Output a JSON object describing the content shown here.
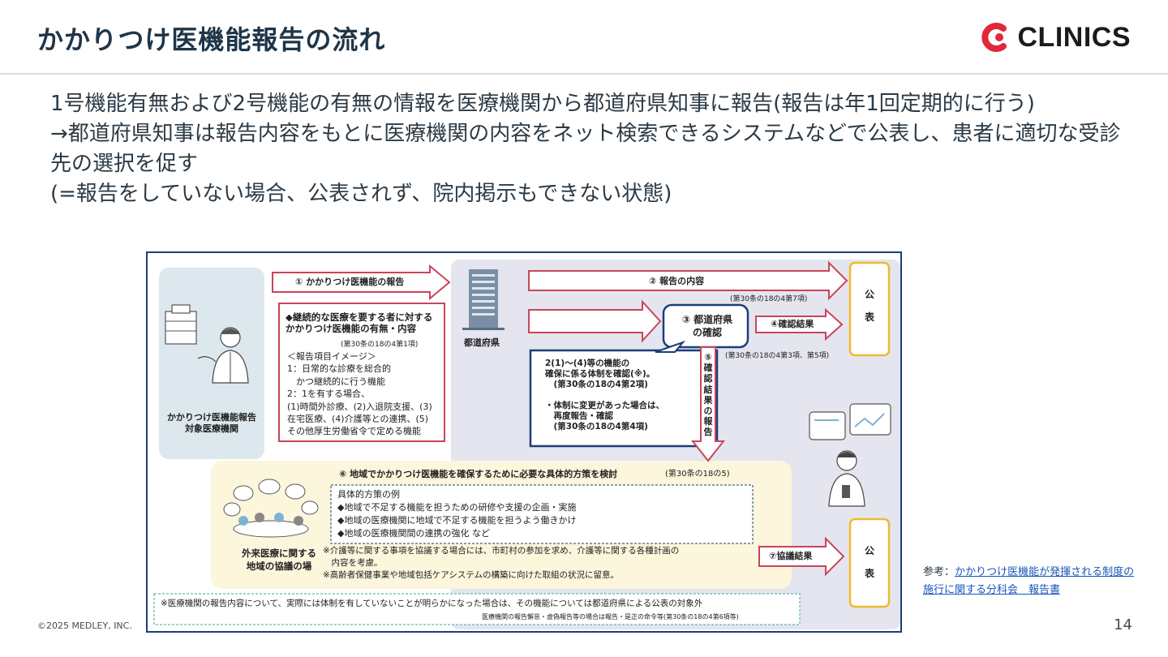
{
  "header": {
    "title": "かかりつけ医機能報告の流れ",
    "logo_text": "CLINICS",
    "logo_color": "#e0283a"
  },
  "body": {
    "lines": [
      "1号機能有無および2号機能の有無の情報を医療機関から都道府県知事に報告(報告は年1回定期的に行う)",
      "→都道府県知事は報告内容をもとに医療機関の内容をネット検索できるシステムなどで公表し、患者に適切な受診先の選択を促す",
      "(=報告をしていない場合、公表されず、院内掲示もできない状態)"
    ]
  },
  "figure": {
    "left_box_label": "かかりつけ医機能報告\n対象医療機関",
    "arrow1": "① かかりつけ医機能の報告",
    "report_box_title": "◆継続的な医療を要する者に対する\nかかりつけ医機能の有無・内容",
    "report_box_ref": "(第30条の18の4第1項)",
    "report_box_items": "＜報告項目イメージ＞\n1：日常的な診療を総合的\n　かつ継続的に行う機能\n2：1を有する場合、\n(1)時間外診療、(2)入退院支援、(3)\n在宅医療、(4)介護等との連携、(5)\nその他厚生労働省令で定める機能",
    "prefecture_label": "都道府県",
    "arrow2": "② 報告の内容",
    "arrow2_ref": "(第30条の18の4第7項)",
    "confirm_label": "③ 都道府県\nの確認",
    "arrow4": "④確認結果",
    "arrow4_ref": "(第30条の18の4第3項、第5項)",
    "publish_label_1": "公\n\n表",
    "confirm_box_text": "2(1)～(4)等の機能の\n確保に係る体制を確認(※)。\n　(第30条の18の4第2項)\n\n・体制に変更があった場合は、\n　再度報告・確認\n　(第30条の18の4第4項)",
    "vertical_label": "⑤\n確\n認\n結\n果\nの\n報\n告",
    "step6_title": "⑥ 地域でかかりつけ医機能を確保するために必要な具体的方策を検討",
    "step6_ref": "(第30条の18の5)",
    "measures": "具体的方策の例\n◆地域で不足する機能を担うための研修や支援の企画・実施\n◆地域の医療機関に地域で不足する機能を担うよう働きかけ\n◆地域の医療機関間の連携の強化 など",
    "council_label": "外来医療に関する\n地域の協議の場",
    "council_notes": "※介護等に関する事項を協議する場合には、市町村の参加を求め、介護等に関する各種計画の\n　内容を考慮。\n※高齢者保健事業や地域包括ケアシステムの構築に向けた取組の状況に留意。",
    "arrow7": "⑦協議結果",
    "publish_label_2": "公\n\n表",
    "footnote": "※医療機関の報告内容について、実際には体制を有していないことが明らかになった場合は、その機能については都道府県による公表の対象外",
    "footnote_sub": "医療機関の報告懈怠・虚偽報告等の場合は報告・是正の命令等(第30条の18の4第6項等)"
  },
  "reference": {
    "prefix": "参考：",
    "link_text": "かかりつけ医機能が発揮される制度の施行に関する分科会　報告書"
  },
  "footer": {
    "copyright": "©2025 MEDLEY, INC.",
    "page": "14"
  }
}
